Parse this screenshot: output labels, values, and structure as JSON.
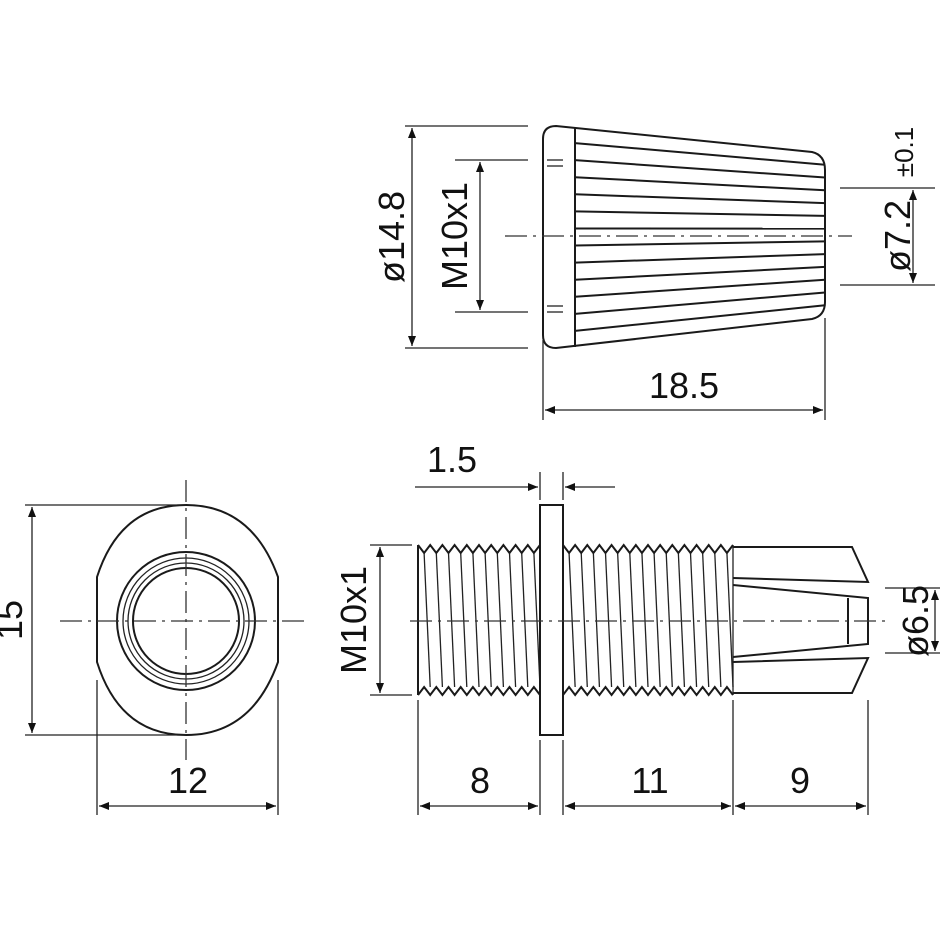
{
  "drawing": {
    "top_view": {
      "outer_diameter": "ø14.8",
      "thread": "M10x1",
      "tip_diameter": "ø7.2",
      "tolerance": "±0.1",
      "length": "18.5"
    },
    "front_view": {
      "height": "15",
      "width": "12"
    },
    "side_view": {
      "flange_thickness": "1.5",
      "thread": "M10x1",
      "collet_diameter": "ø6.5",
      "length_front": "8",
      "length_rear_thread": "11",
      "length_collet": "9"
    }
  }
}
